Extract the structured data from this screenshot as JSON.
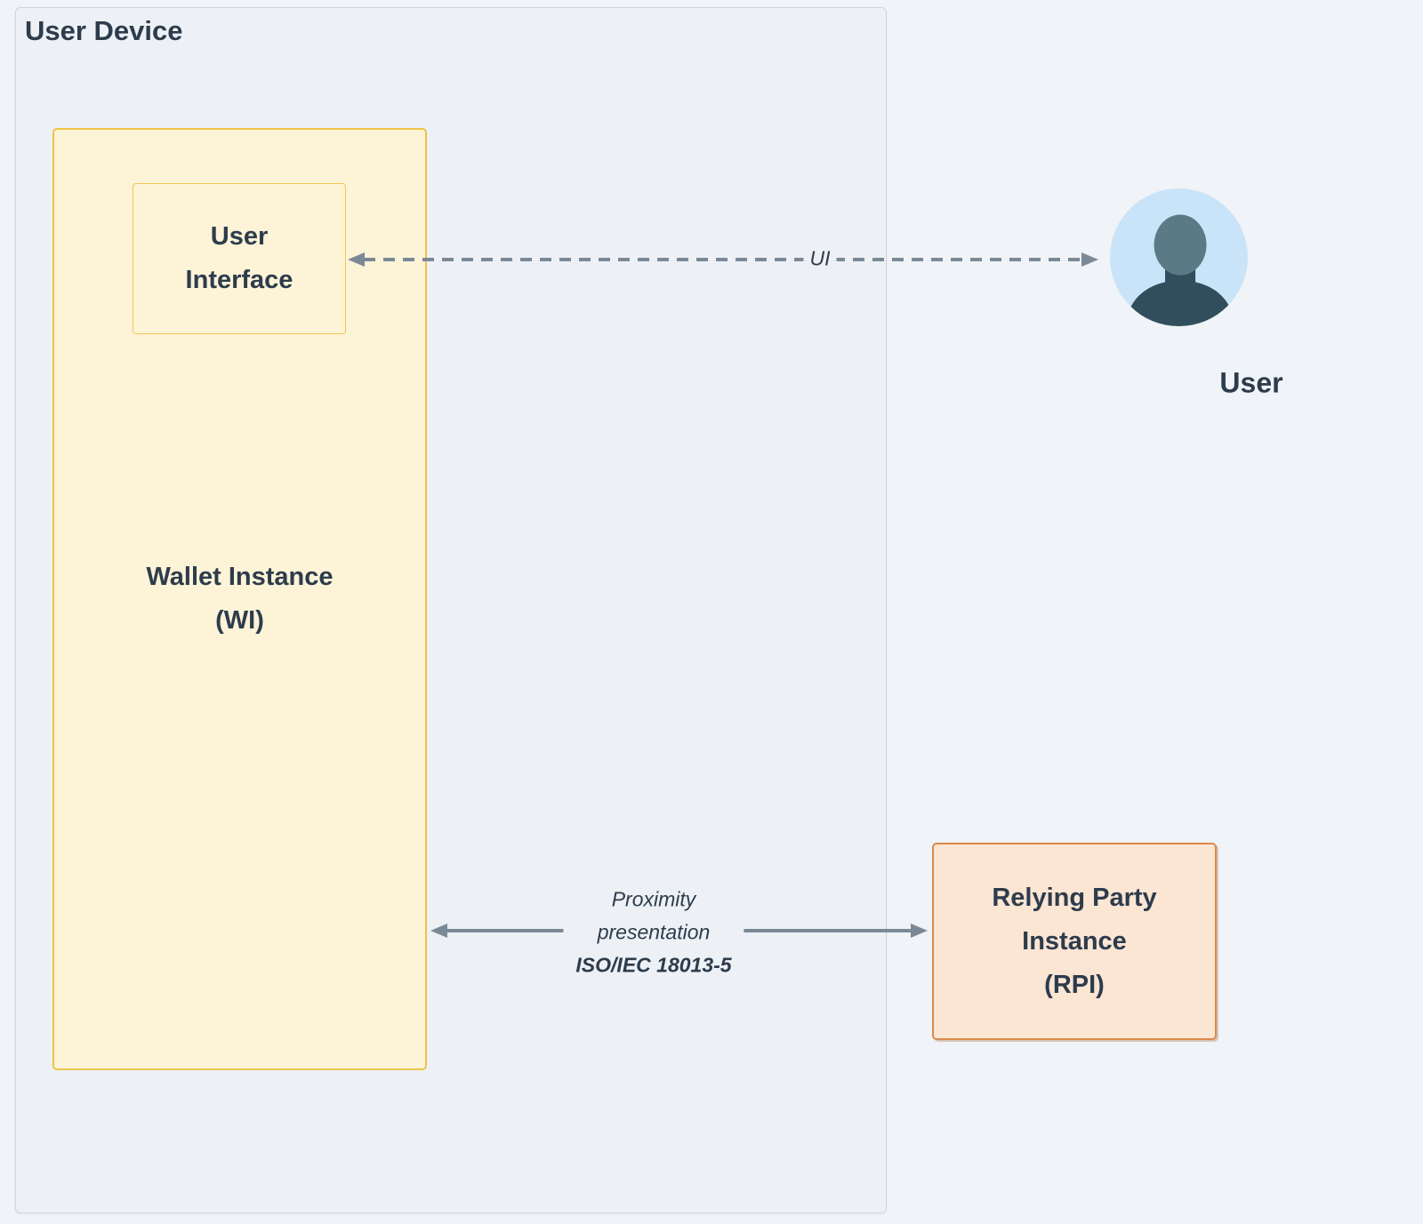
{
  "nodes": {
    "user_device": {
      "label": "User Device"
    },
    "wallet_instance": {
      "label_line1": "Wallet Instance",
      "label_line2": "(WI)"
    },
    "user_interface": {
      "label_line1": "User",
      "label_line2": "Interface"
    },
    "relying_party_instance": {
      "label_line1": "Relying Party",
      "label_line2": "Instance",
      "label_line3": "(RPI)"
    },
    "user": {
      "label": "User",
      "icon": "person-avatar-icon"
    }
  },
  "edges": {
    "ui": {
      "label": "UI"
    },
    "proximity": {
      "label_line1": "Proximity",
      "label_line2": "presentation",
      "label_line3": "ISO/IEC 18013-5"
    }
  },
  "colors": {
    "page-bg": "#f0f3f7",
    "container-fill": "#edf1f6",
    "container-border": "#cfd5dd",
    "wallet-fill": "#fdf3d7",
    "wallet-border": "#ecc446",
    "ui-box-border": "#f0c84f",
    "rpi-fill": "#fbe5d3",
    "rpi-border": "#dd8a4b",
    "arrow": "#7b8996",
    "text": "#2d3c4c",
    "avatar-bg": "#c9e4f8",
    "avatar-head": "#5a7a85",
    "avatar-body": "#324e5c"
  }
}
